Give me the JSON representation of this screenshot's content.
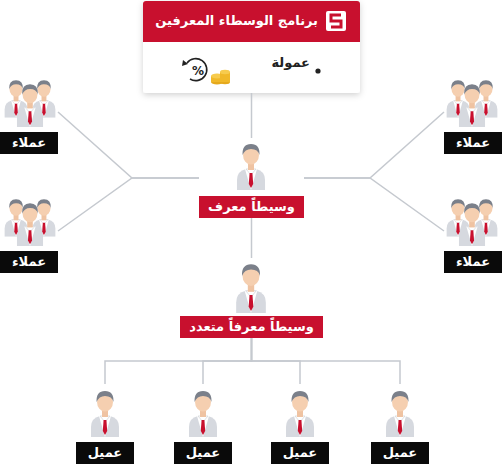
{
  "diagram": {
    "nodes": [
      {
        "text": [
          "برنامج الوسطاء المعرفين",
          "عمولة"
        ]
      },
      {
        "text": [
          "وسيطاً معرف"
        ]
      },
      {
        "text": [
          "وسيطاً معرفاً متعدد"
        ]
      },
      {
        "text": [
          "عملاء"
        ]
      },
      {
        "text": [
          "عملاء"
        ]
      },
      {
        "text": [
          "عملاء"
        ]
      },
      {
        "text": [
          "عملاء"
        ]
      },
      {
        "text": [
          "عميل"
        ]
      },
      {
        "text": [
          "عميل"
        ]
      },
      {
        "text": [
          "عميل"
        ]
      },
      {
        "text": [
          "عميل"
        ]
      }
    ],
    "edges": [
      {
        "from": 0,
        "to": 1,
        "arrow": "none"
      },
      {
        "from": 1,
        "to": 3,
        "arrow": "none"
      },
      {
        "from": 1,
        "to": 4,
        "arrow": "none"
      },
      {
        "from": 1,
        "to": 5,
        "arrow": "none"
      },
      {
        "from": 1,
        "to": 6,
        "arrow": "none"
      },
      {
        "from": 1,
        "to": 2,
        "arrow": "none"
      },
      {
        "from": 2,
        "to": 7,
        "arrow": "none"
      },
      {
        "from": 2,
        "to": 8,
        "arrow": "none"
      },
      {
        "from": 2,
        "to": 9,
        "arrow": "none"
      },
      {
        "from": 2,
        "to": 10,
        "arrow": "none"
      }
    ]
  }
}
